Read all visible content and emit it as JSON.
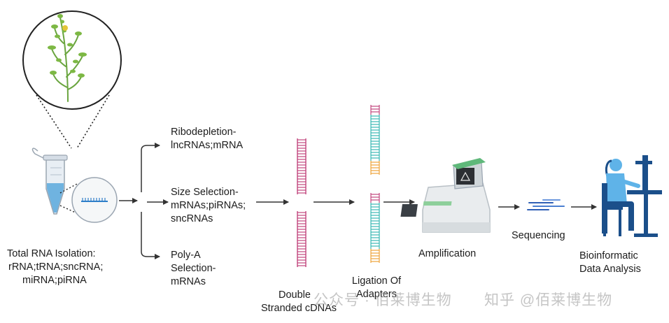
{
  "labels": {
    "total_rna": [
      "Total RNA Isolation:",
      "rRNA;tRNA;sncRNA;",
      "miRNA;piRNA"
    ],
    "ribodepletion": [
      "Ribodepletion-",
      "lncRNAs;mRNA"
    ],
    "size_selection": [
      "Size Selection-",
      "mRNAs;piRNAs;",
      "sncRNAs"
    ],
    "polya": [
      "Poly-A",
      "Selection-",
      "mRNAs"
    ],
    "double_stranded": [
      "Double",
      "Stranded cDNAs"
    ],
    "ligation": [
      "Ligation Of",
      "Adapters"
    ],
    "amplification": "Amplification",
    "sequencing": "Sequencing",
    "bioinformatic": [
      "Bioinformatic",
      "Data Analysis"
    ]
  },
  "watermark": {
    "left": "公众号 · 佰莱博生物",
    "right": "知乎 @佰莱博生物"
  },
  "colors": {
    "pink": "#c2457d",
    "teal": "#38b8b3",
    "orange": "#eea43a",
    "blue": "#2e7fc9",
    "arrow": "#333333",
    "plant": "#6aa53f"
  }
}
